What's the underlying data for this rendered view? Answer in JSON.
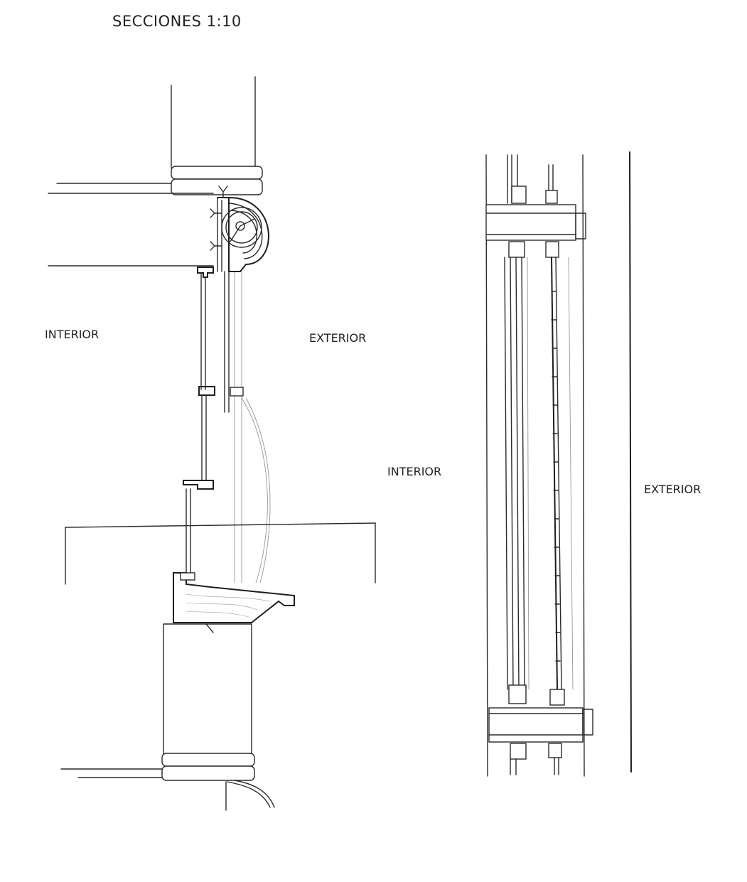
{
  "title": "SECCIONES 1:10",
  "left_section": {
    "interior_label": "INTERIOR",
    "exterior_label": "EXTERIOR"
  },
  "right_section": {
    "interior_label": "INTERIOR",
    "exterior_label": "EXTERIOR"
  }
}
